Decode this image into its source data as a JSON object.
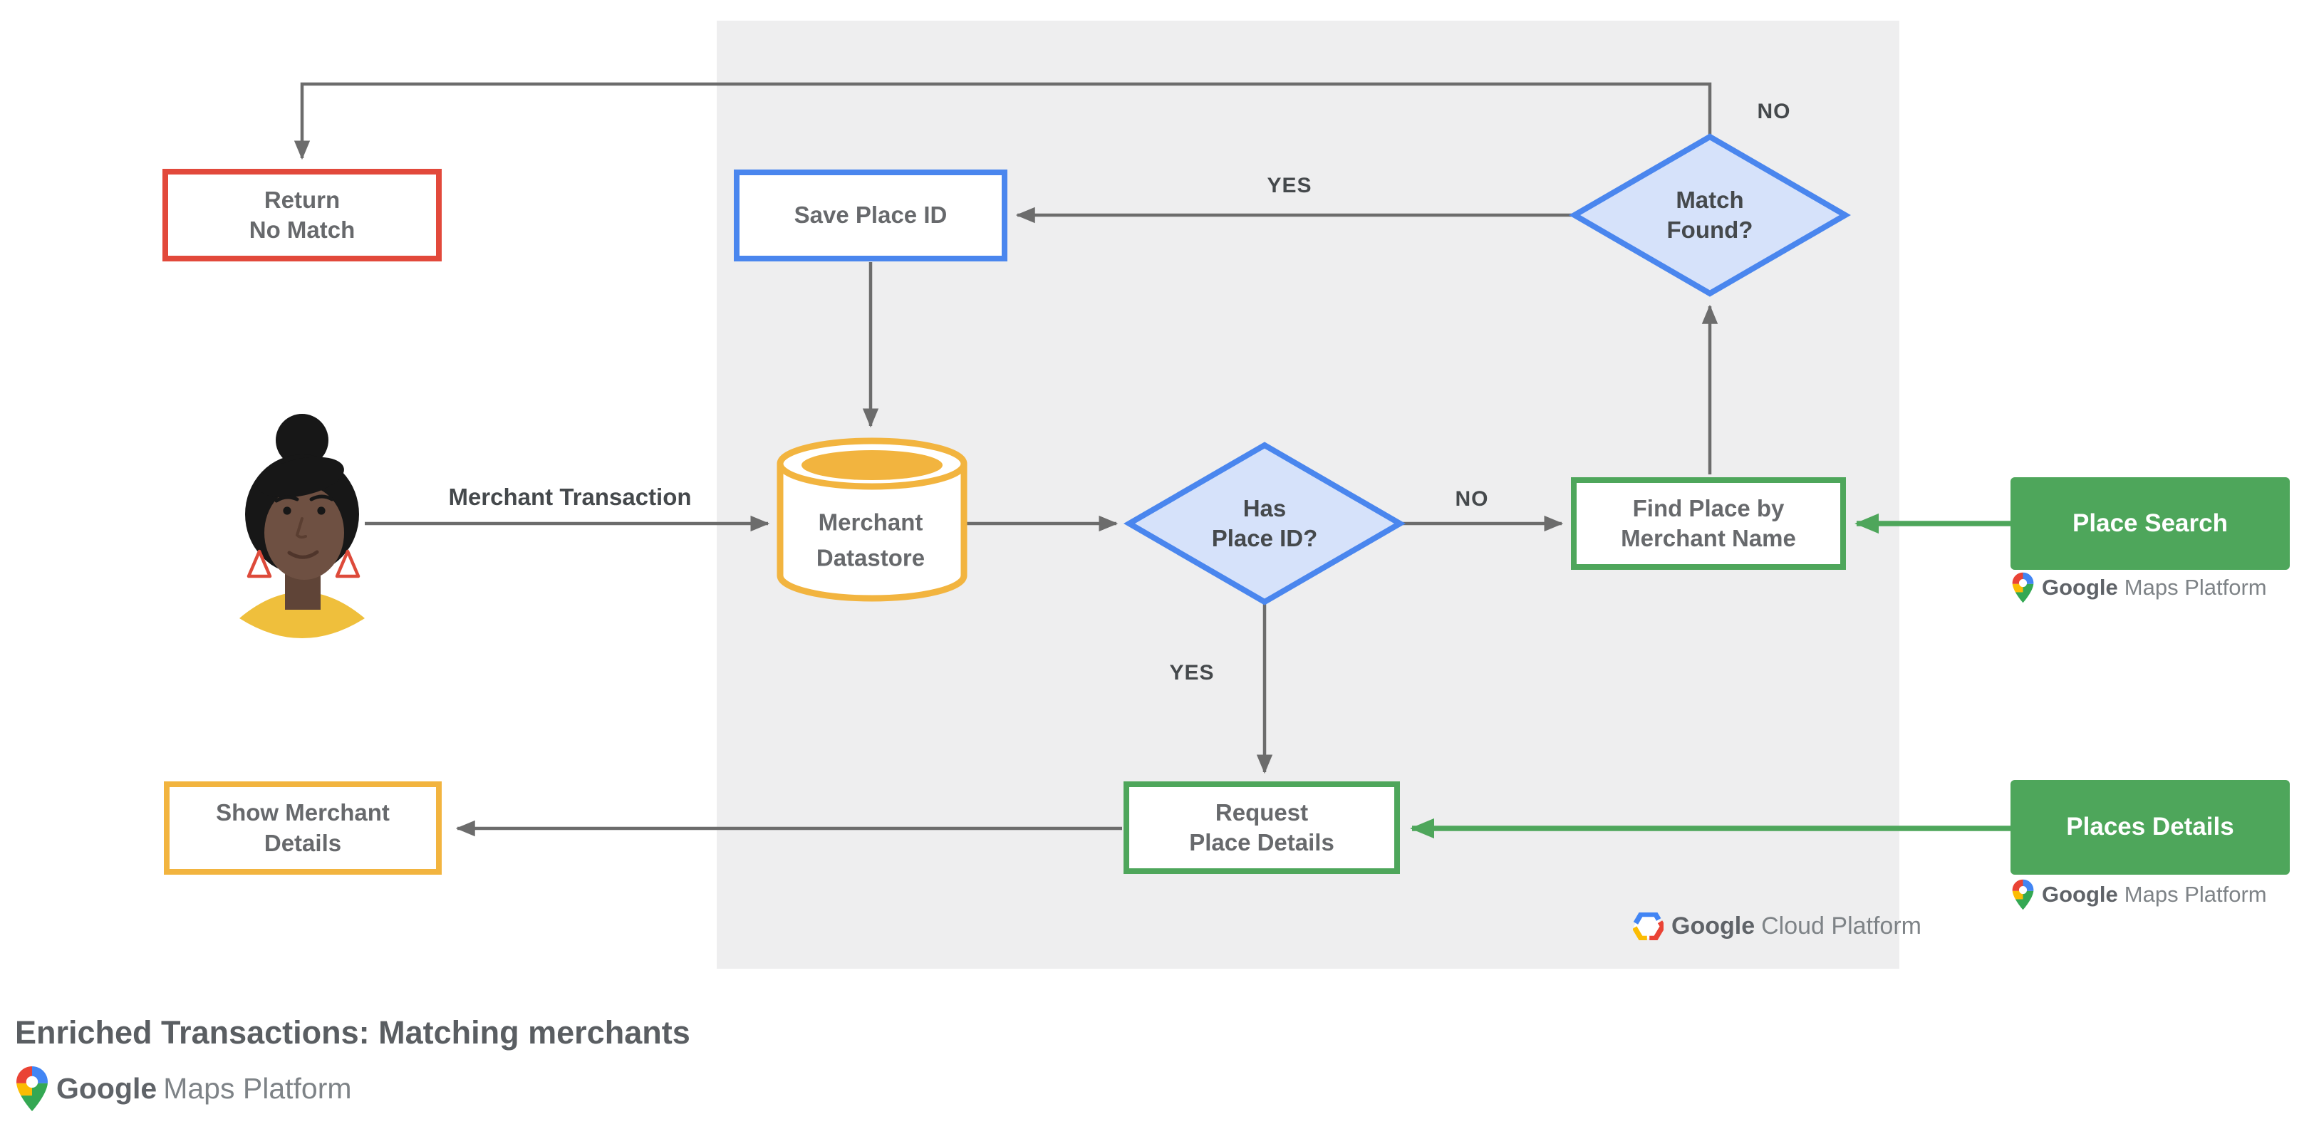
{
  "title": "Enriched Transactions: Matching merchants",
  "nodes": {
    "return_no_match": "Return\nNo Match",
    "save_place_id": "Save Place ID",
    "match_found": "Match\nFound?",
    "merchant_datastore": "Merchant\nDatastore",
    "has_place_id": "Has\nPlace ID?",
    "find_place_by_merchant_name": "Find Place by\nMerchant Name",
    "place_search": "Place Search",
    "request_place_details": "Request\nPlace Details",
    "places_details": "Places Details",
    "show_merchant_details": "Show Merchant\nDetails"
  },
  "edge_labels": {
    "merchant_transaction": "Merchant Transaction",
    "match_found_no": "NO",
    "match_found_yes": "YES",
    "has_place_id_no": "NO",
    "has_place_id_yes": "YES"
  },
  "branding": {
    "google_maps_platform": {
      "google": "Google",
      "rest": "Maps Platform"
    },
    "google_cloud_platform": {
      "google": "Google",
      "rest": "Cloud Platform"
    }
  },
  "colors": {
    "red": "#E2493B",
    "blue": "#4A86EE",
    "blue_fill": "#D6E2FA",
    "green": "#4EA65B",
    "yellow": "#F2B43F",
    "panel_gray": "#EEEEEF",
    "arrow_gray": "#6C6C6C"
  }
}
